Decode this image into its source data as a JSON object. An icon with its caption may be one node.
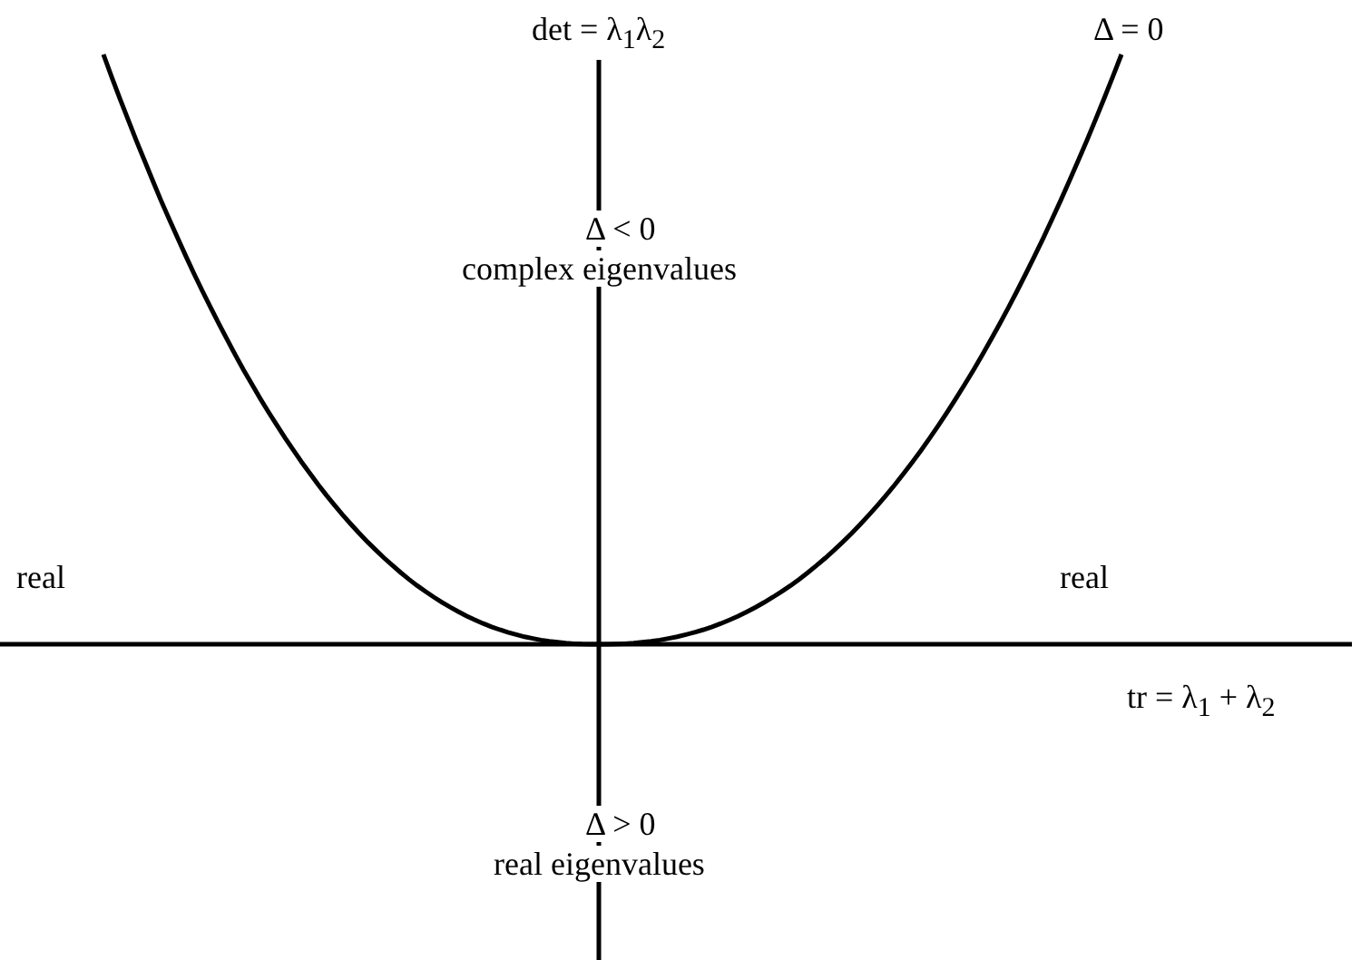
{
  "diagram": {
    "labels": [
      "det = λ$_{1}$λ$_{2}$",
      "Δ = 0",
      "Δ < 0",
      "complex eigenvalues",
      "real",
      "real",
      "tr = λ$_{1}$ + λ$_{2}$",
      "Δ > 0",
      "real eigenvalues"
    ]
  }
}
